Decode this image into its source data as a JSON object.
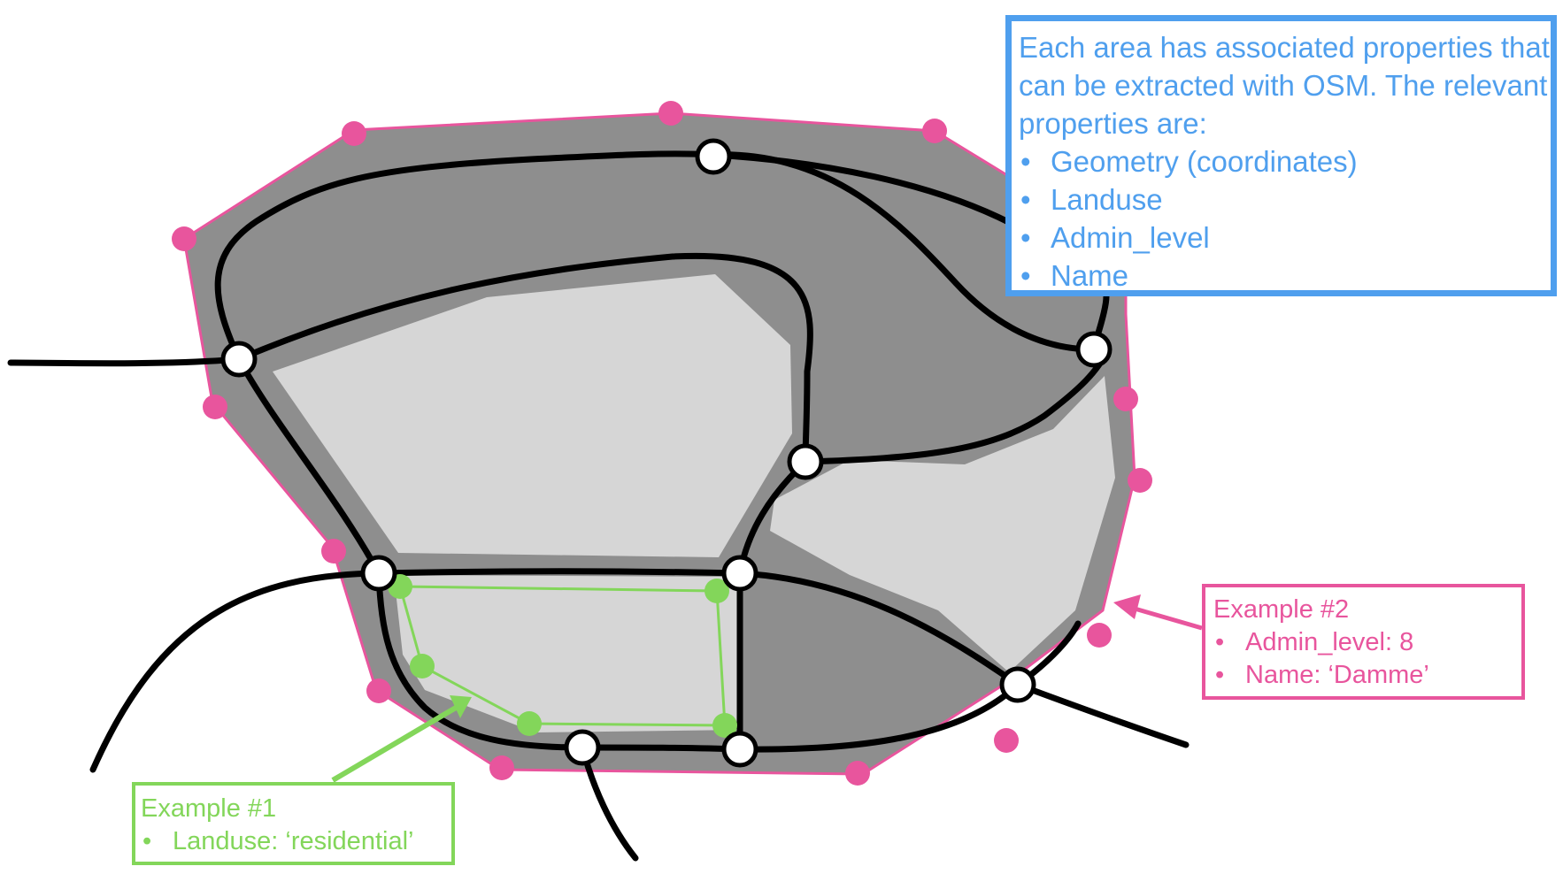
{
  "colors": {
    "road": "#000000",
    "area_dark": "#8e8e8e",
    "area_light": "#d6d6d6",
    "admin_boundary": "#e8559d",
    "landuse_outline": "#83d65a",
    "info_accent": "#4f9fee",
    "node_fill": "#ffffff"
  },
  "info_box": {
    "text": "Each area has associated properties that can be extracted with OSM. The relevant properties are:",
    "items": [
      "Geometry (coordinates)",
      "Landuse",
      "Admin_level",
      "Name"
    ]
  },
  "example2": {
    "title": "Example #2",
    "items": [
      "Admin_level: 8",
      "Name: ‘Damme’"
    ]
  },
  "example1": {
    "title": "Example #1",
    "items": [
      "Landuse: ‘residential’"
    ]
  }
}
